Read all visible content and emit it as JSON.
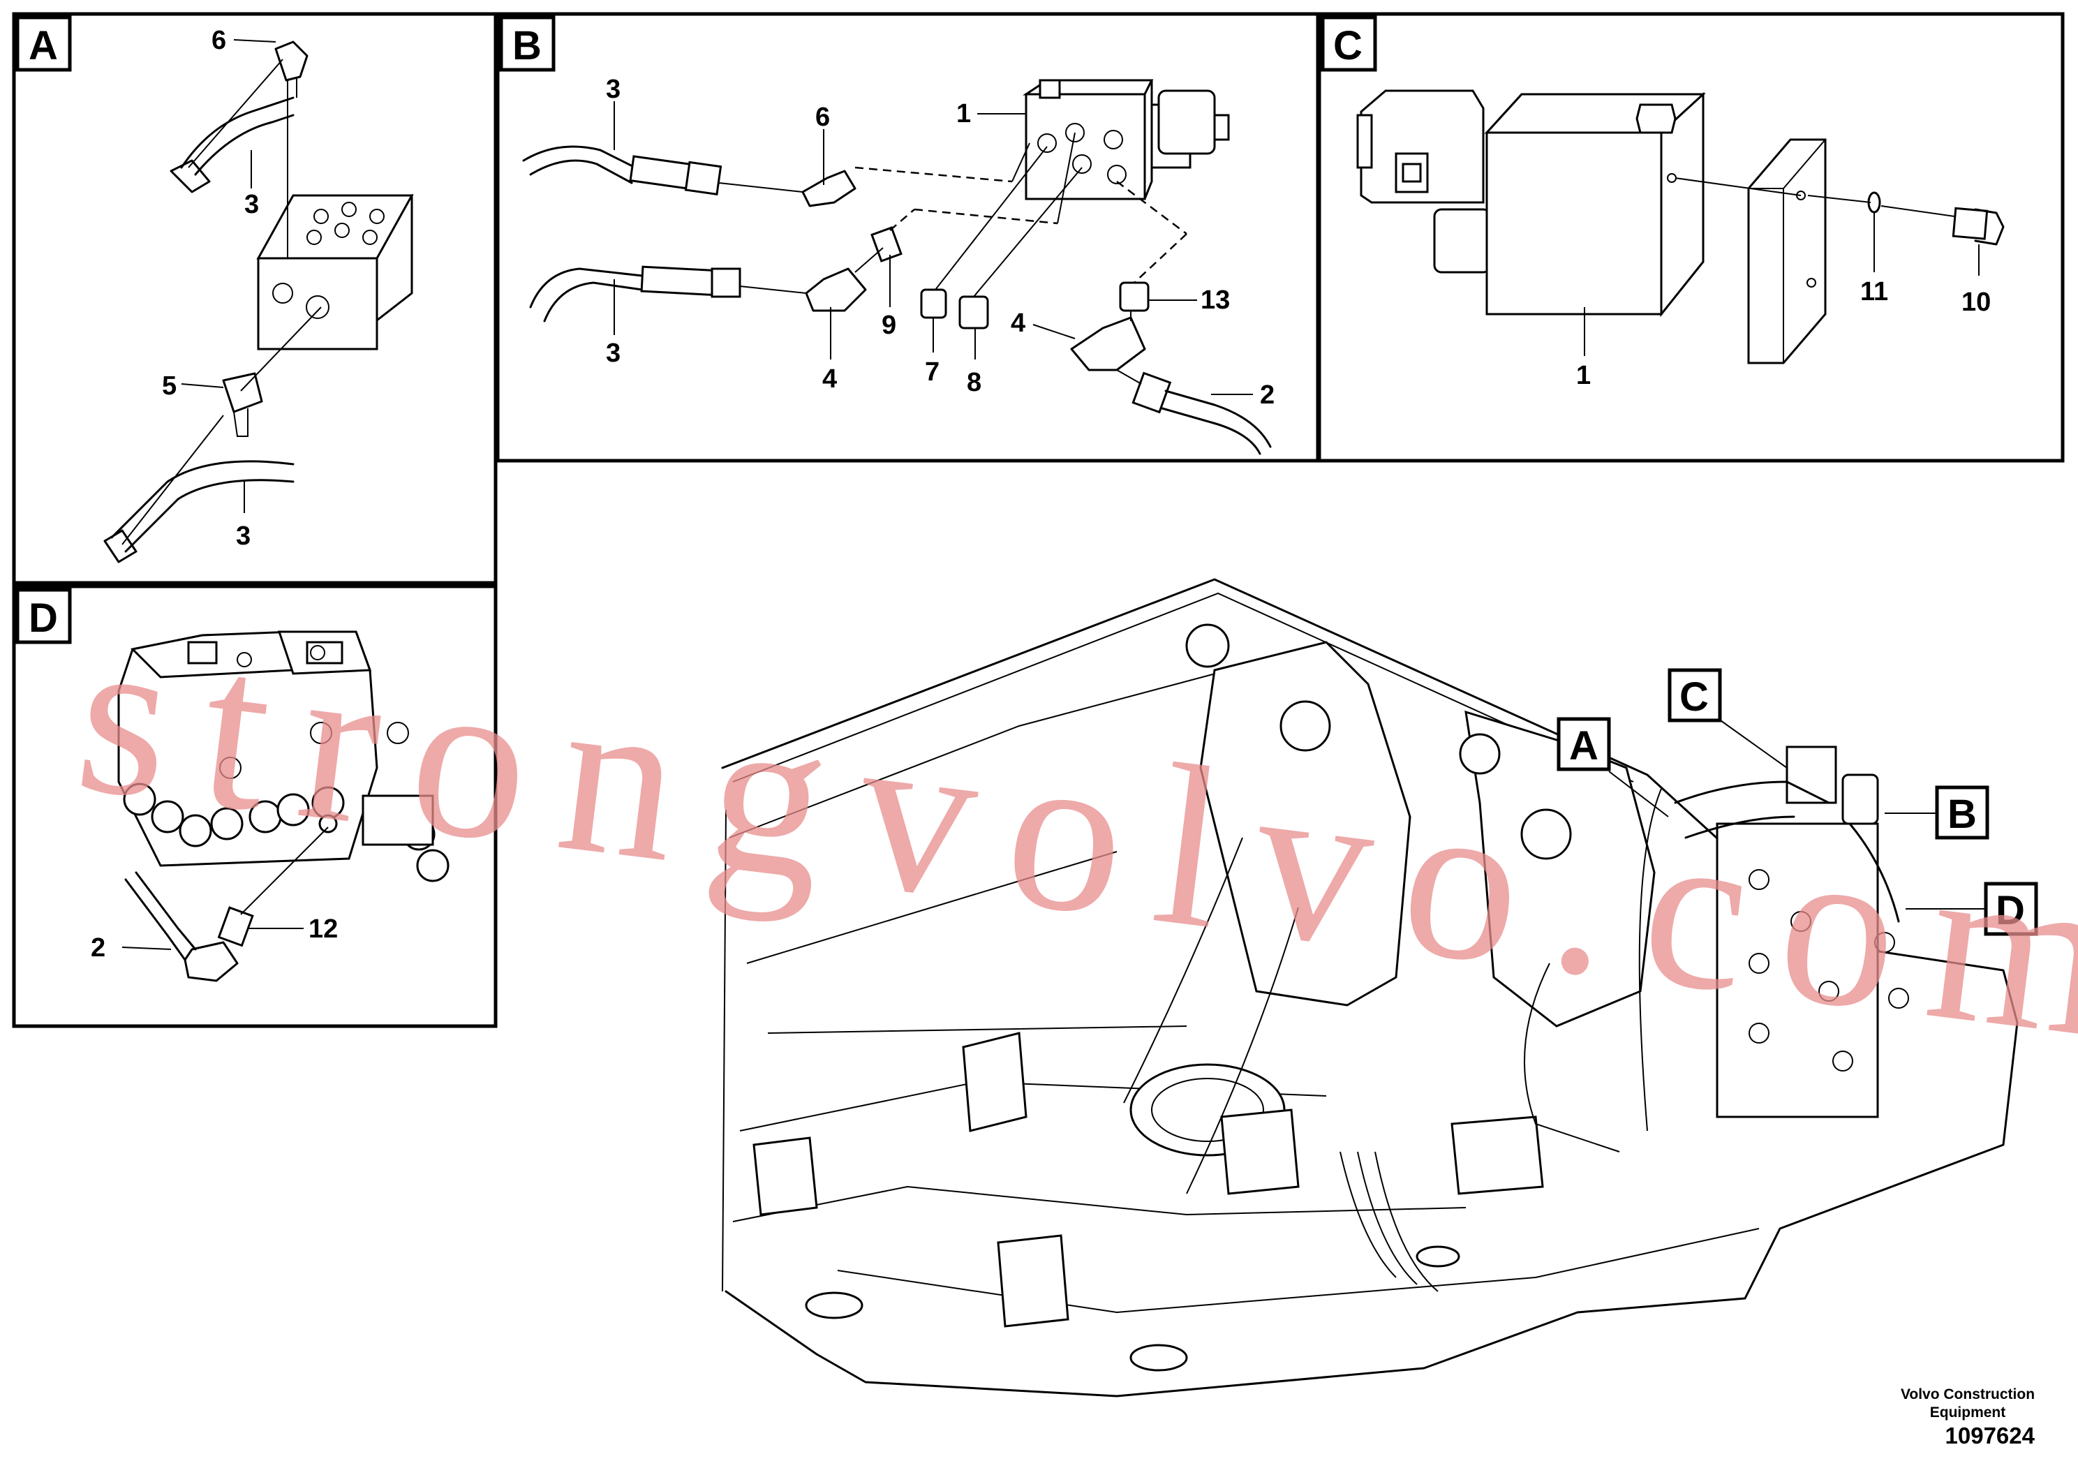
{
  "panels": [
    {
      "id": "A",
      "label": "A",
      "callouts": [
        "6",
        "3",
        "5",
        "3"
      ]
    },
    {
      "id": "B",
      "label": "B",
      "callouts": [
        "3",
        "6",
        "1",
        "3",
        "4",
        "9",
        "7",
        "8",
        "13",
        "4",
        "2"
      ]
    },
    {
      "id": "C",
      "label": "C",
      "callouts": [
        "1",
        "11",
        "10"
      ]
    },
    {
      "id": "D",
      "label": "D",
      "callouts": [
        "2",
        "12"
      ]
    }
  ],
  "overview_tags": [
    "A",
    "B",
    "C",
    "D"
  ],
  "watermark": "strongvolvo.com",
  "footer": {
    "company": "Volvo Construction Equipment",
    "doc_number": "1097624"
  },
  "colors": {
    "line": "#000000",
    "background": "#ffffff",
    "watermark": "#e98d8d"
  }
}
